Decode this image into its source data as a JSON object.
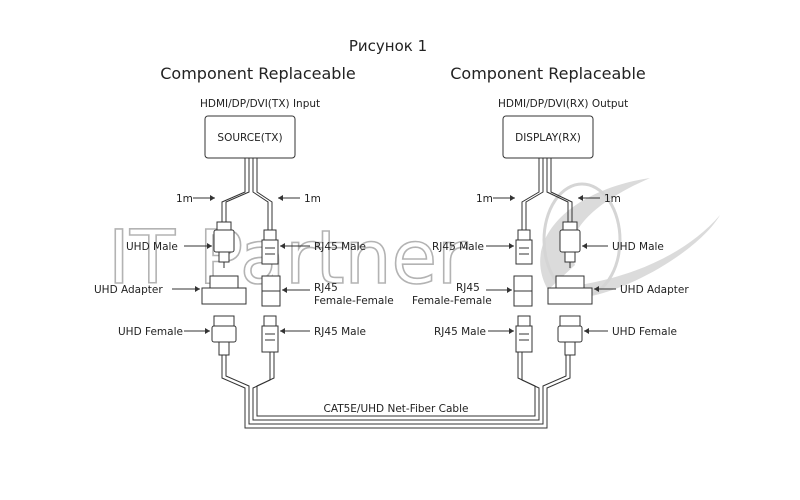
{
  "figure": {
    "title": "Рисунок 1",
    "left": {
      "heading": "Component Replaceable",
      "device_caption": "HDMI/DP/DVI(TX)  Input",
      "device_label": "SOURCE(TX)",
      "len_left": "1m",
      "len_right": "1m",
      "uhd_male": "UHD Male",
      "rj45_male_top": "RJ45 Male",
      "uhd_adapter": "UHD Adapter",
      "rj45_ff_1": "RJ45",
      "rj45_ff_2": "Female-Female",
      "uhd_female": "UHD Female",
      "rj45_male_bottom": "RJ45 Male"
    },
    "right": {
      "heading": "Component Replaceable",
      "device_caption": "HDMI/DP/DVI(RX) Output",
      "device_label": "DISPLAY(RX)",
      "len_left": "1m",
      "len_right": "1m",
      "rj45_male_top": "RJ45 Male",
      "uhd_male": "UHD Male",
      "rj45_ff_1": "RJ45",
      "rj45_ff_2": "Female-Female",
      "uhd_adapter": "UHD Adapter",
      "rj45_male_bottom": "RJ45 Male",
      "uhd_female": "UHD Female"
    },
    "cable_label": "CAT5E/UHD Net-Fiber Cable",
    "watermark": "IT Partner"
  }
}
